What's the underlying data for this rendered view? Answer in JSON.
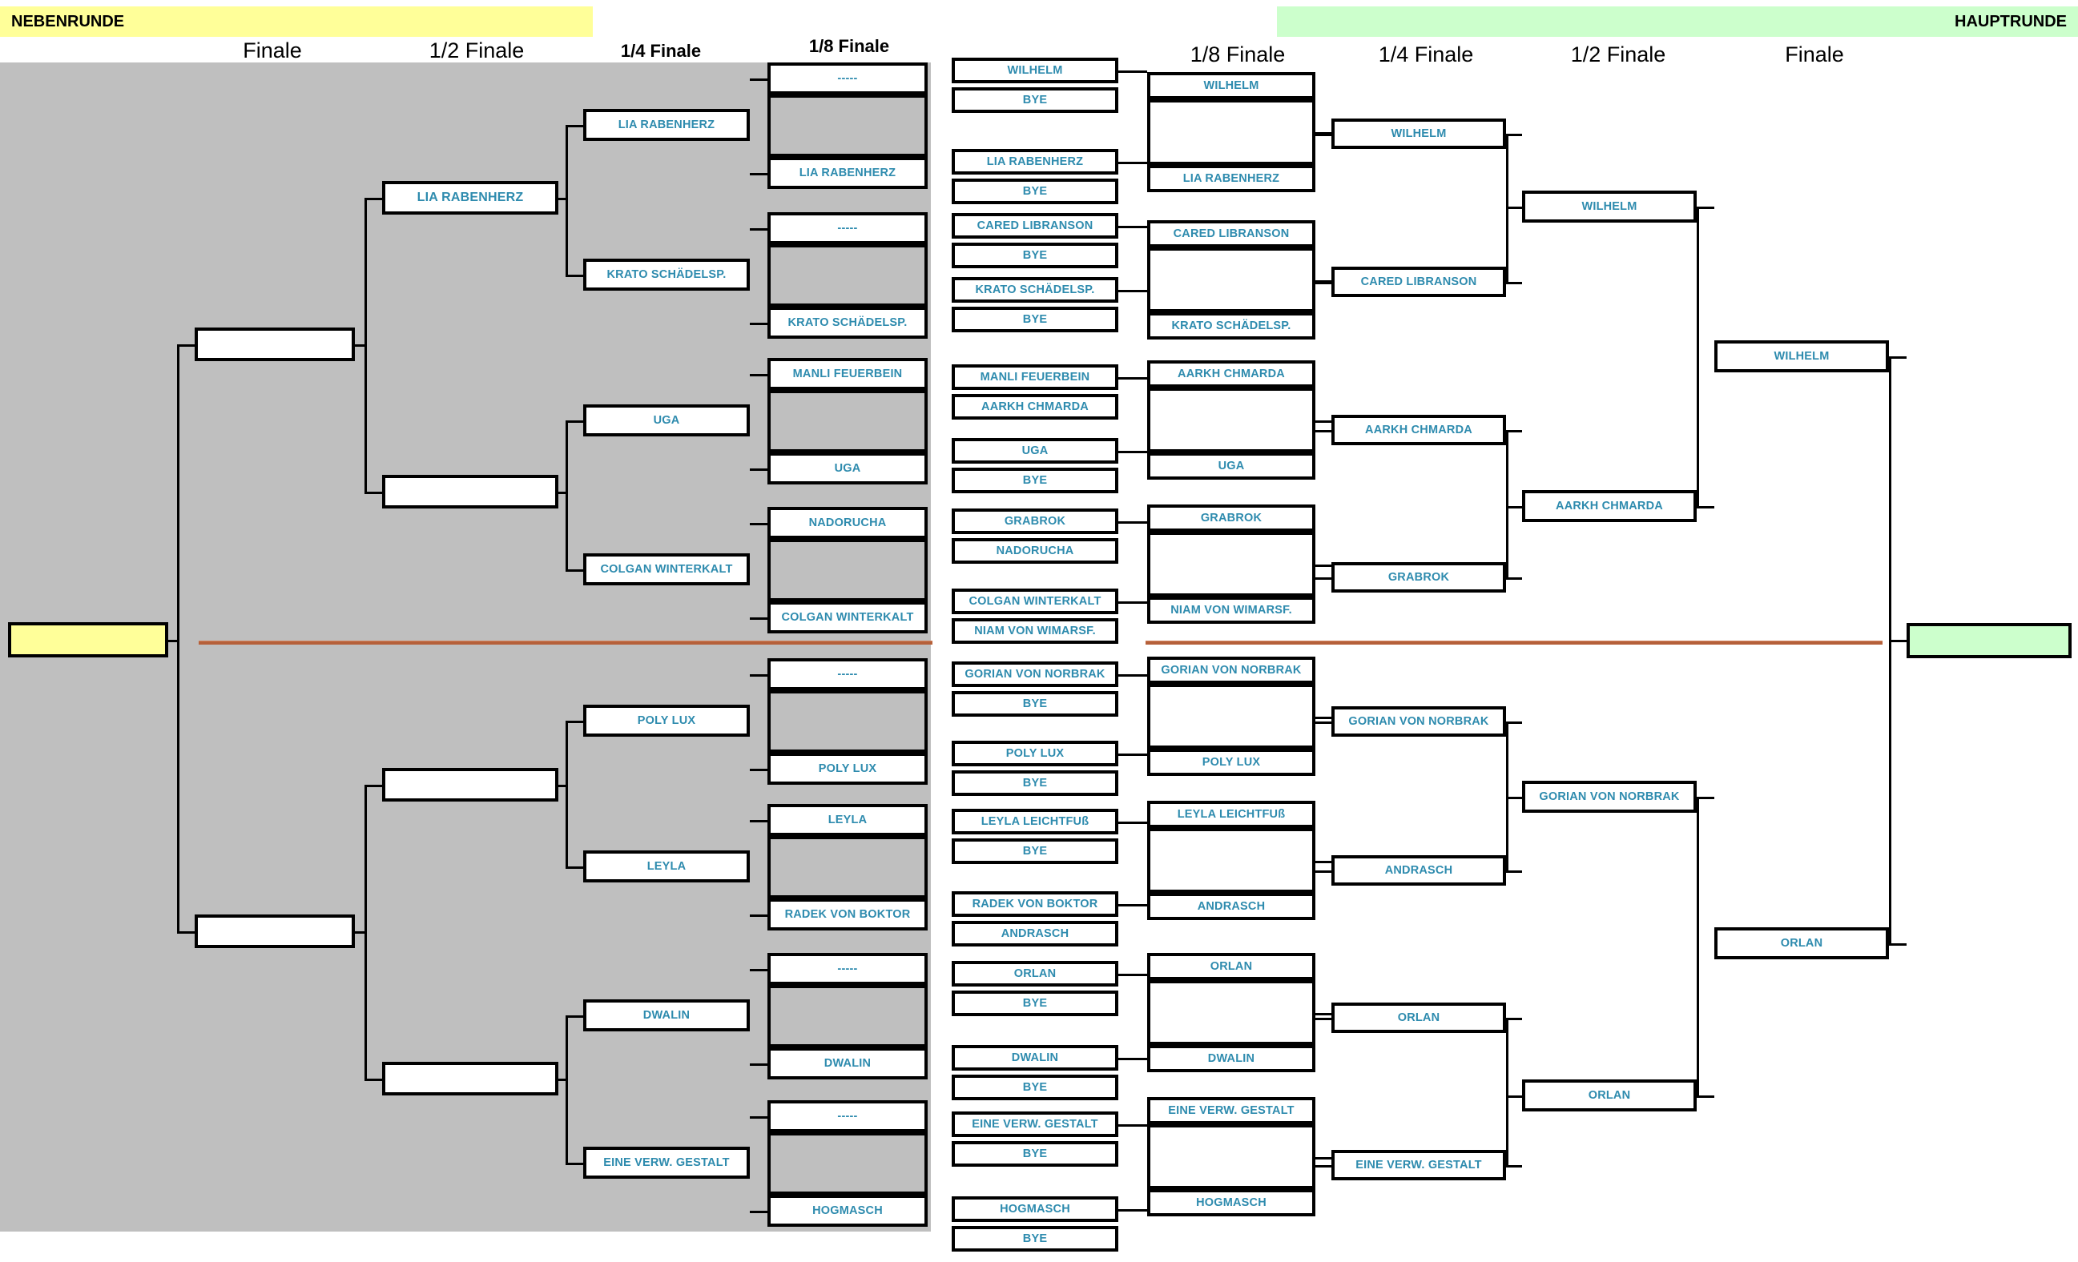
{
  "banners": {
    "left": "NEBENRUNDE",
    "right": "HAUPTRUNDE"
  },
  "round_labels": {
    "left": [
      "Finale",
      "1/2 Finale",
      "1/4 Finale",
      "1/8 Finale"
    ],
    "right": [
      "1/8 Finale",
      "1/4 Finale",
      "1/2 Finale",
      "Finale"
    ]
  },
  "colors": {
    "entrant_text": "#2E8BAE",
    "nebenrunde_banner": "#FFFF99",
    "hauptrunde_banner": "#CCFFCC",
    "field_background": "#BFBFBF",
    "divider": "#B5603A",
    "box_border": "#000000"
  },
  "placeholder_entrant": "-----",
  "bye_label": "BYE",
  "loser_bracket": {
    "finale": {
      "label": "",
      "filled": false
    },
    "half_finale": [
      {
        "label": "",
        "filled": false
      },
      {
        "label": "",
        "filled": false
      }
    ],
    "quarter_finale": [
      {
        "label": "LIA RABENHERZ",
        "filled": true
      },
      {
        "label": "",
        "filled": false
      },
      {
        "label": "",
        "filled": false
      },
      {
        "label": "",
        "filled": false
      }
    ],
    "eighth_finale": [
      {
        "label": "LIA RABENHERZ"
      },
      {
        "label": "KRATO SCHÄDELSP."
      },
      {
        "label": "UGA"
      },
      {
        "label": "COLGAN WINTERKALT"
      },
      {
        "label": "POLY LUX"
      },
      {
        "label": "LEYLA"
      },
      {
        "label": "DWALIN"
      },
      {
        "label": "EINE VERW. GESTALT"
      }
    ],
    "sixteenth_finale": [
      {
        "top": "-----",
        "bottom": "LIA RABENHERZ"
      },
      {
        "top": "-----",
        "bottom": "KRATO SCHÄDELSP."
      },
      {
        "top": "MANLI FEUERBEIN",
        "bottom": "UGA"
      },
      {
        "top": "NADORUCHA",
        "bottom": "COLGAN WINTERKALT"
      },
      {
        "top": "-----",
        "bottom": "POLY LUX"
      },
      {
        "top": "LEYLA",
        "bottom": "RADEK VON BOKTOR"
      },
      {
        "top": "-----",
        "bottom": "DWALIN"
      },
      {
        "top": "-----",
        "bottom": "HOGMASCH"
      }
    ]
  },
  "main_bracket": {
    "first_round": [
      {
        "top": "WILHELM",
        "bottom": "BYE"
      },
      {
        "top": "LIA RABENHERZ",
        "bottom": "BYE"
      },
      {
        "top": "CARED LIBRANSON",
        "bottom": "BYE"
      },
      {
        "top": "KRATO SCHÄDELSP.",
        "bottom": "BYE"
      },
      {
        "top": "MANLI FEUERBEIN",
        "bottom": "AARKH CHMARDA"
      },
      {
        "top": "UGA",
        "bottom": "BYE"
      },
      {
        "top": "GRABROK",
        "bottom": "NADORUCHA"
      },
      {
        "top": "COLGAN WINTERKALT",
        "bottom": "NIAM VON WIMARSF."
      },
      {
        "top": "GORIAN VON NORBRAK",
        "bottom": "BYE"
      },
      {
        "top": "POLY LUX",
        "bottom": "BYE"
      },
      {
        "top": "LEYLA LEICHTFUß",
        "bottom": "BYE"
      },
      {
        "top": "RADEK VON BOKTOR",
        "bottom": "ANDRASCH"
      },
      {
        "top": "ORLAN",
        "bottom": "BYE"
      },
      {
        "top": "DWALIN",
        "bottom": "BYE"
      },
      {
        "top": "EINE VERW. GESTALT",
        "bottom": "BYE"
      },
      {
        "top": "HOGMASCH",
        "bottom": "BYE"
      }
    ],
    "eighth_finale": [
      {
        "top": "WILHELM",
        "bottom": "LIA RABENHERZ"
      },
      {
        "top": "CARED LIBRANSON",
        "bottom": "KRATO SCHÄDELSP."
      },
      {
        "top": "AARKH CHMARDA",
        "bottom": "UGA"
      },
      {
        "top": "GRABROK",
        "bottom": "NIAM VON WIMARSF."
      },
      {
        "top": "GORIAN VON NORBRAK",
        "bottom": "POLY LUX"
      },
      {
        "top": "LEYLA LEICHTFUß",
        "bottom": "ANDRASCH"
      },
      {
        "top": "ORLAN",
        "bottom": "DWALIN"
      },
      {
        "top": "EINE VERW. GESTALT",
        "bottom": "HOGMASCH"
      }
    ],
    "quarter_finale": [
      {
        "top": "WILHELM",
        "bottom": "CARED LIBRANSON"
      },
      {
        "top": "AARKH CHMARDA",
        "bottom": "GRABROK"
      },
      {
        "top": "GORIAN VON NORBRAK",
        "bottom": "ANDRASCH"
      },
      {
        "top": "ORLAN",
        "bottom": "EINE VERW. GESTALT"
      }
    ],
    "half_finale": [
      {
        "top": "WILHELM",
        "bottom": "AARKH CHMARDA"
      },
      {
        "top": "GORIAN VON NORBRAK",
        "bottom": "ORLAN"
      }
    ],
    "finale": [
      {
        "top": "WILHELM",
        "bottom": "ORLAN"
      }
    ],
    "champion": {
      "label": "",
      "filled": false
    }
  }
}
